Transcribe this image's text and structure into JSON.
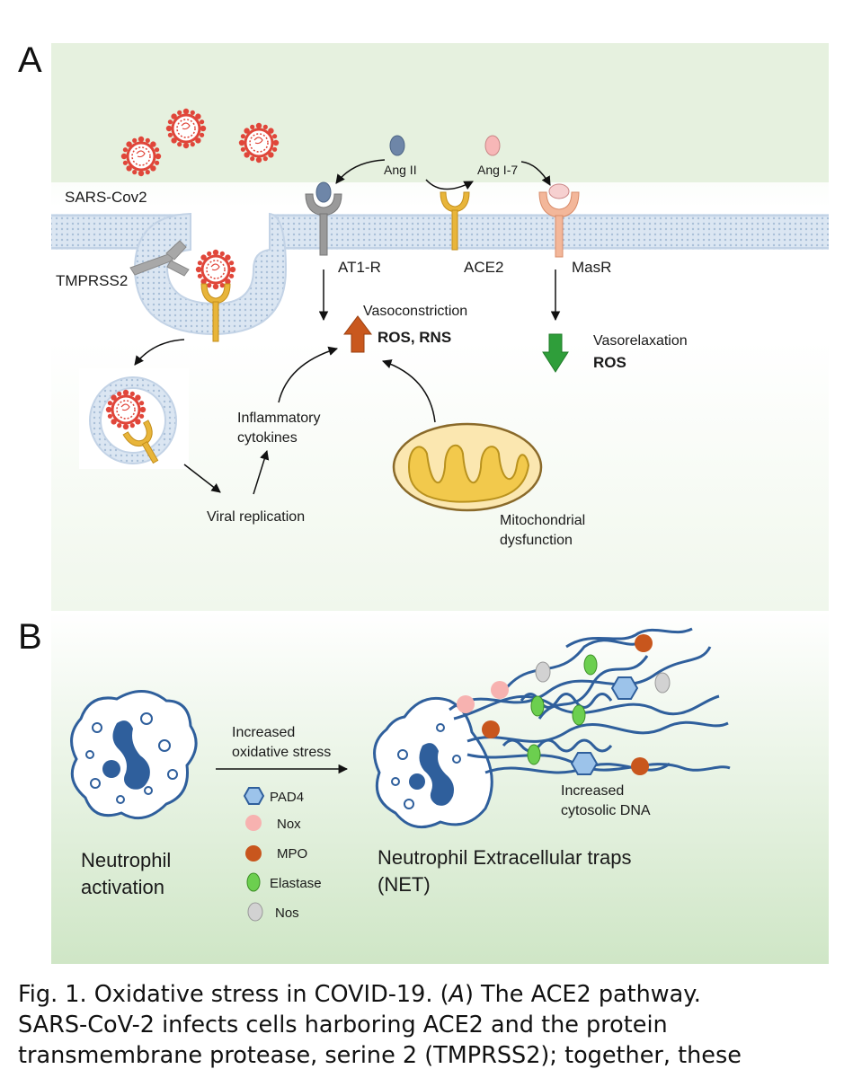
{
  "panel_a": {
    "letter": "A",
    "labels": {
      "sars": "SARS-Cov2",
      "tmprss2": "TMPRSS2",
      "ang2": "Ang II",
      "ang17": "Ang I-7",
      "at1r": "AT1-R",
      "ace2": "ACE2",
      "masr": "MasR",
      "vasoconstriction": "Vasoconstriction",
      "ros_rns": "ROS, RNS",
      "vasorelaxation": "Vasorelaxation",
      "ros": "ROS",
      "inflammatory_1": "Inflammatory",
      "inflammatory_2": "cytokines",
      "viral_replication": "Viral replication",
      "mito_1": "Mitochondrial",
      "mito_2": "dysfunction"
    }
  },
  "panel_b": {
    "letter": "B",
    "labels": {
      "increased_1": "Increased",
      "increased_2": "oxidative stress",
      "neutrophil_1": "Neutrophil",
      "neutrophil_2": "activation",
      "net_1": "Neutrophil Extracellular traps",
      "net_2": "(NET)",
      "cyto_1": "Increased",
      "cyto_2": "cytosolic DNA"
    },
    "legend": [
      {
        "label": "PAD4",
        "shape": "hexagon",
        "color": "#9cc3ea"
      },
      {
        "label": "Nox",
        "shape": "circle",
        "color": "#f7b2b0"
      },
      {
        "label": "MPO",
        "shape": "circle",
        "color": "#c8561d"
      },
      {
        "label": "Elastase",
        "shape": "ellipse",
        "color": "#6ccf4f"
      },
      {
        "label": "Nos",
        "shape": "ellipse",
        "color": "#d2d2d2"
      }
    ]
  },
  "caption": {
    "line1_a": "Fig. 1. Oxidative stress in COVID-19. (",
    "line1_italic": "A",
    "line1_b": ") The ACE2 pathway.",
    "line2": "SARS-CoV-2 infects cells harboring ACE2 and the protein",
    "line3": "transmembrane protease, serine 2 (TMPRSS2); together, these"
  }
}
